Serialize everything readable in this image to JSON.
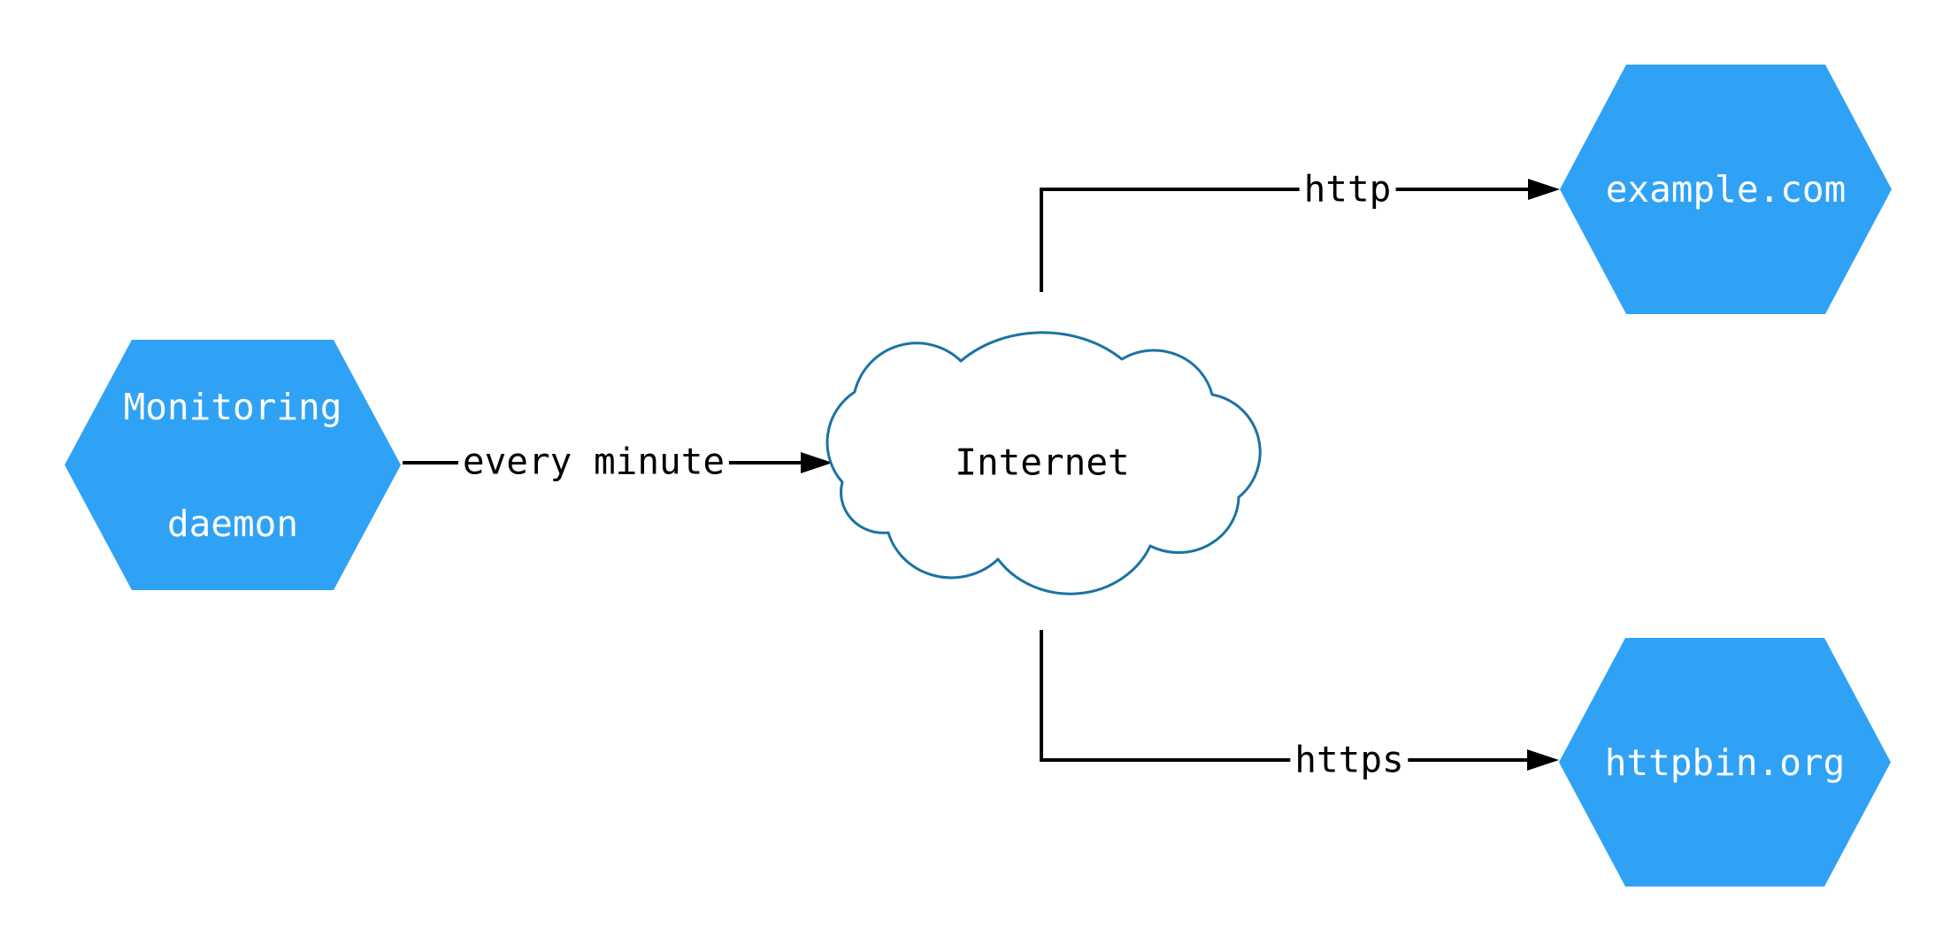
{
  "diagram": {
    "background_color": "#ffffff",
    "node_fill_color": "#2fa2f6",
    "node_text_color": "#ffffff",
    "cloud_stroke_color": "#1a73a3",
    "cloud_fill_color": "#ffffff",
    "edge_color": "#000000",
    "nodes": [
      {
        "id": "monitoring-daemon",
        "shape": "hexagon",
        "label": "Monitoring daemon",
        "label_lines": [
          "Monitoring",
          "daemon"
        ]
      },
      {
        "id": "internet",
        "shape": "cloud",
        "label": "Internet"
      },
      {
        "id": "example-com",
        "shape": "hexagon",
        "label": "example.com"
      },
      {
        "id": "httpbin-org",
        "shape": "hexagon",
        "label": "httpbin.org"
      }
    ],
    "edges": [
      {
        "from": "monitoring-daemon",
        "to": "internet",
        "label": "every minute"
      },
      {
        "from": "internet",
        "to": "example-com",
        "label": "http"
      },
      {
        "from": "internet",
        "to": "httpbin-org",
        "label": "https"
      }
    ]
  }
}
